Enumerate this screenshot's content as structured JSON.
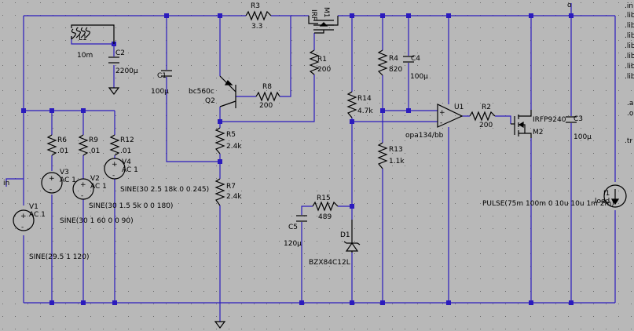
{
  "colors": {
    "background": "#b8b8b8",
    "wire": "#2b1bbd",
    "component": "#000000",
    "grid": "#6d6d6d"
  },
  "components": {
    "L1": {
      "ref": "L1",
      "value": "10m"
    },
    "C2": {
      "ref": "C2",
      "value": "2200µ"
    },
    "C1": {
      "ref": "C1",
      "value": "100µ"
    },
    "R3": {
      "ref": "R3",
      "value": "3.3"
    },
    "M1": {
      "ref": "M1",
      "model": "IRF"
    },
    "R1": {
      "ref": "R1",
      "value": "200"
    },
    "Q2": {
      "ref": "Q2",
      "model": "bc560c"
    },
    "R8": {
      "ref": "R8",
      "value": "200"
    },
    "R5": {
      "ref": "R5",
      "value": "2.4k"
    },
    "R7": {
      "ref": "R7",
      "value": "2.4k"
    },
    "R4": {
      "ref": "R4",
      "value": "820"
    },
    "C4": {
      "ref": "C4",
      "value": "100µ"
    },
    "R14": {
      "ref": "R14",
      "value": "4.7k"
    },
    "R13": {
      "ref": "R13",
      "value": "1.1k"
    },
    "R15": {
      "ref": "R15",
      "value": "489"
    },
    "C5": {
      "ref": "C5",
      "value": "120µ"
    },
    "D1": {
      "ref": "D1",
      "model": "BZX84C12L"
    },
    "U1": {
      "ref": "U1",
      "model": "opa134/bb"
    },
    "R2": {
      "ref": "R2",
      "value": "200"
    },
    "M2": {
      "ref": "M2",
      "model": "IRFP9240"
    },
    "C3": {
      "ref": "C3",
      "value": "100µ"
    },
    "I1": {
      "ref": "I1",
      "name": "load",
      "pulse": "PULSE(75m 100m 0 10u 10u 1m 2m)"
    },
    "R6": {
      "ref": "R6",
      "value": ".01"
    },
    "R9": {
      "ref": "R9",
      "value": ".01"
    },
    "R12": {
      "ref": "R12",
      "value": ".01"
    },
    "V1": {
      "ref": "V1",
      "ac": "AC 1",
      "sine": "SINE(29.5 1 120)"
    },
    "V2": {
      "ref": "V2",
      "ac": "AC 1",
      "sine": "SINE(30 1.5 5k 0 0 180)"
    },
    "V3": {
      "ref": "V3",
      "ac": "AC 1",
      "sine": "SINE(30 1 60 0 0 90)"
    },
    "V4": {
      "ref": "V4",
      "ac": "AC 1",
      "sine": "SINE(30 2.5 18k 0 0 245)"
    }
  },
  "nets": {
    "in": "in",
    "out": "o"
  },
  "edge_labels": [
    ".in",
    ".lib",
    ".lib",
    ".lib",
    ".lib",
    ".lib",
    ".lib",
    ".lib",
    ".a",
    ".o",
    ".tr"
  ]
}
